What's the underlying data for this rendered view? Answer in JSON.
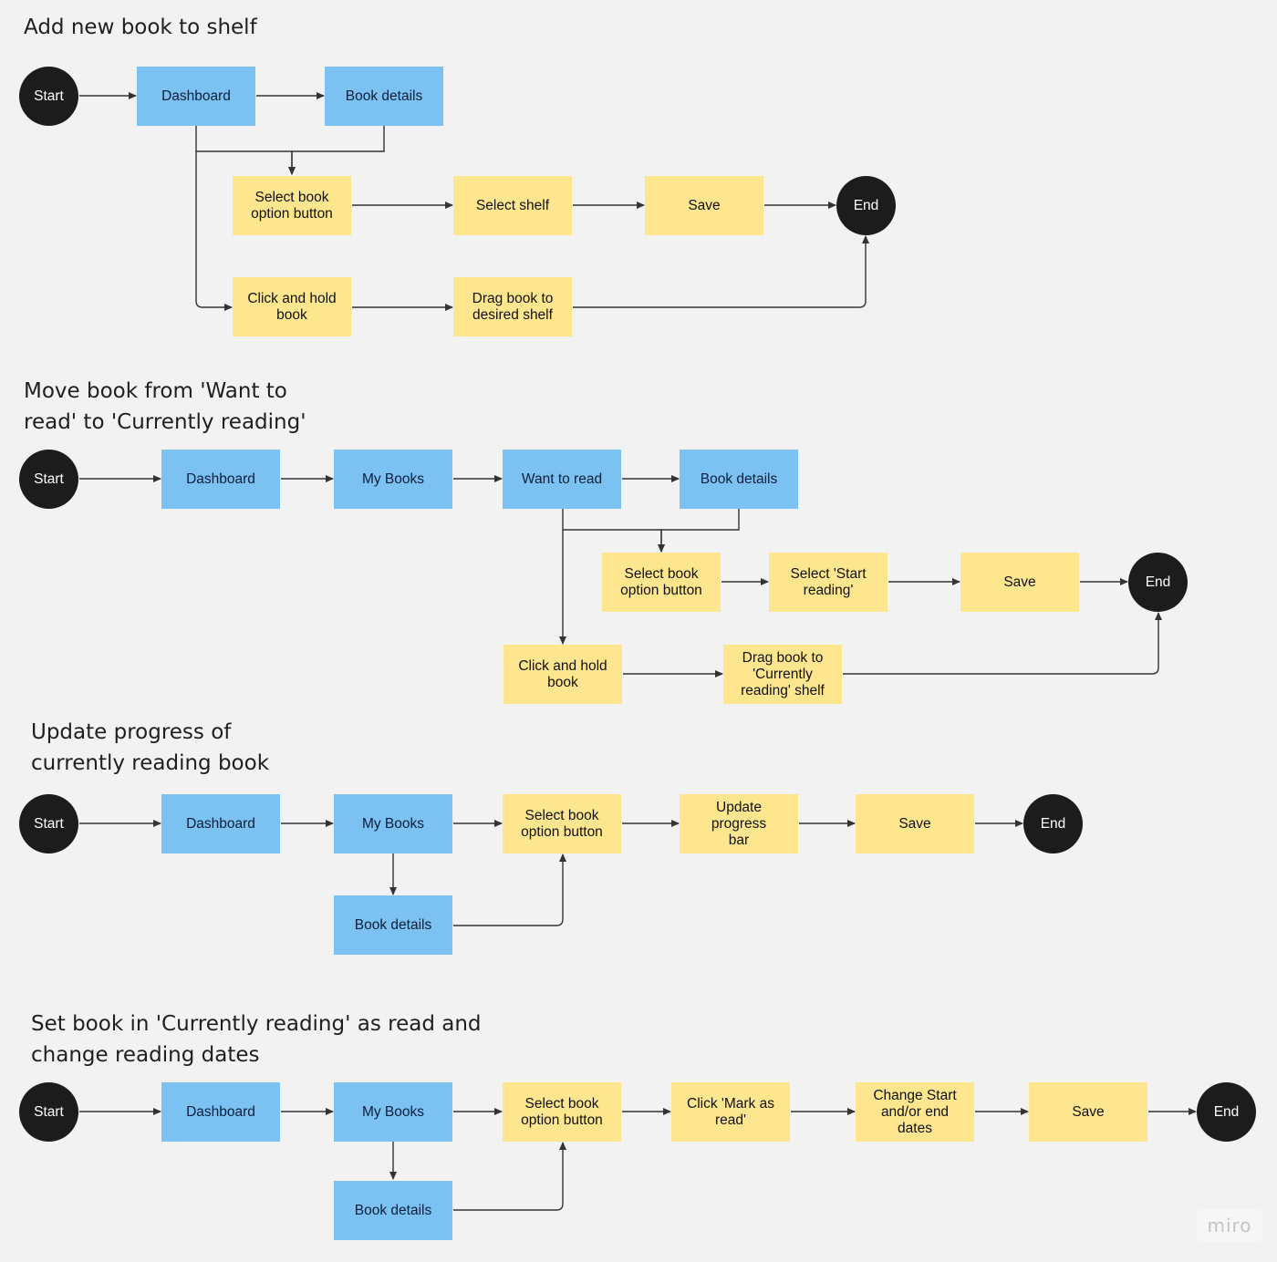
{
  "flow1": {
    "title": "Add new book to shelf",
    "start": "Start",
    "dashboard": "Dashboard",
    "book_details": "Book details",
    "select_option": "Select book\noption button",
    "select_shelf": "Select shelf",
    "save": "Save",
    "end": "End",
    "click_hold": "Click and hold\nbook",
    "drag": "Drag book to\ndesired shelf"
  },
  "flow2": {
    "title": "Move book from 'Want to\nread' to 'Currently reading'",
    "start": "Start",
    "dashboard": "Dashboard",
    "my_books": "My Books",
    "want_to_read": "Want to read",
    "book_details": "Book details",
    "select_option": "Select book\noption button",
    "select_start": "Select 'Start\nreading'",
    "save": "Save",
    "end": "End",
    "click_hold": "Click and hold\nbook",
    "drag": "Drag book to\n'Currently\nreading' shelf"
  },
  "flow3": {
    "title": "Update progress of\ncurrently reading book",
    "start": "Start",
    "dashboard": "Dashboard",
    "my_books": "My Books",
    "select_option": "Select book\noption button",
    "update_progress": "Update progress\nbar",
    "save": "Save",
    "end": "End",
    "book_details": "Book details"
  },
  "flow4": {
    "title": "Set book in 'Currently reading' as read and\nchange reading dates",
    "start": "Start",
    "dashboard": "Dashboard",
    "my_books": "My Books",
    "select_option": "Select book\noption button",
    "mark_read": "Click 'Mark as\nread'",
    "change_dates": "Change Start\nand/or end dates",
    "save": "Save",
    "end": "End",
    "book_details": "Book details"
  },
  "watermark": "miro",
  "colors": {
    "background": "#f2f2f2",
    "screen_node": "#7bc1f2",
    "action_node": "#fde68d",
    "terminal_node": "#1c1c1c",
    "connector": "#333333"
  }
}
